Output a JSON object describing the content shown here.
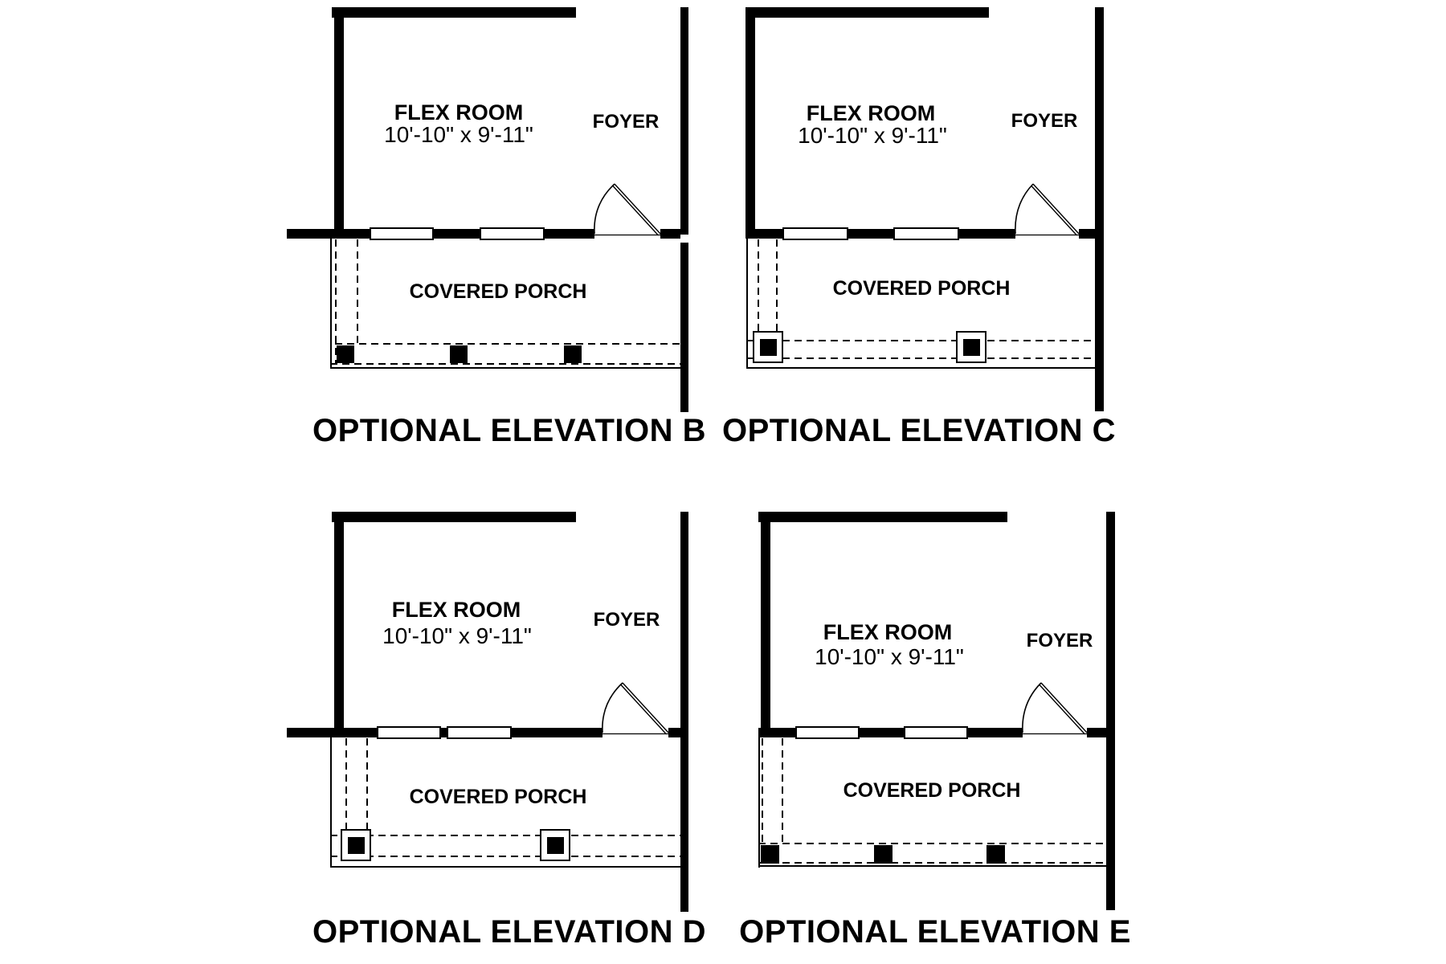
{
  "colors": {
    "line": "#000000",
    "background": "#ffffff"
  },
  "quadrants": [
    {
      "id": "B",
      "room_label": "FLEX ROOM",
      "room_dims": "10'-10\" x 9'-11\"",
      "foyer_label": "FOYER",
      "porch_label": "COVERED PORCH",
      "caption": "OPTIONAL ELEVATION B"
    },
    {
      "id": "C",
      "room_label": "FLEX ROOM",
      "room_dims": "10'-10\" x 9'-11\"",
      "foyer_label": "FOYER",
      "porch_label": "COVERED PORCH",
      "caption": "OPTIONAL ELEVATION C"
    },
    {
      "id": "D",
      "room_label": "FLEX ROOM",
      "room_dims": "10'-10\" x 9'-11\"",
      "foyer_label": "FOYER",
      "porch_label": "COVERED PORCH",
      "caption": "OPTIONAL ELEVATION D"
    },
    {
      "id": "E",
      "room_label": "FLEX ROOM",
      "room_dims": "10'-10\" x 9'-11\"",
      "foyer_label": "FOYER",
      "porch_label": "COVERED PORCH",
      "caption": "OPTIONAL ELEVATION E"
    }
  ]
}
